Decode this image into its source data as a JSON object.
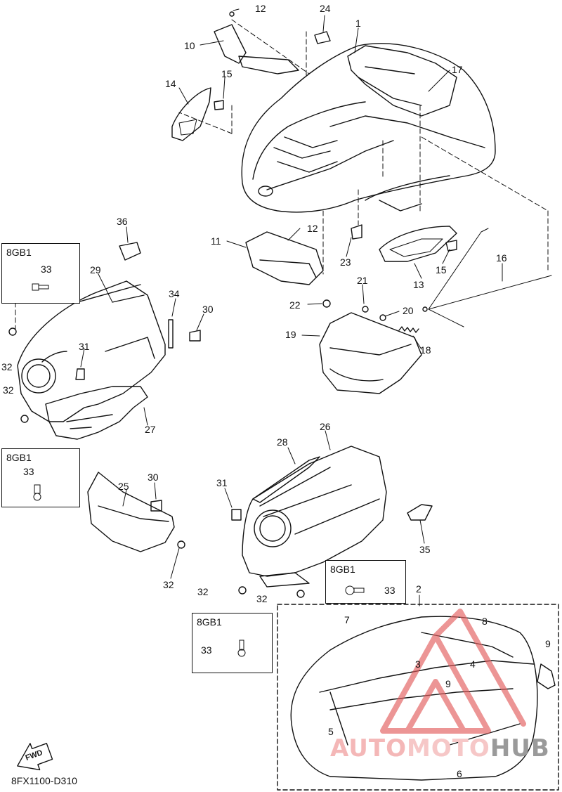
{
  "drawing_code": "8FX1100-D310",
  "fwd_label": "FWD",
  "watermark": {
    "part1": "AUTO",
    "part2": "MOTO",
    "part3": "HUB",
    "colors": {
      "red": "#e35d5d",
      "grey": "#8a8a8a"
    }
  },
  "boxes": {
    "box1": {
      "title": "8GB1",
      "num": "33"
    },
    "box2": {
      "title": "8GB1",
      "num": "33"
    },
    "box3": {
      "title": "8GB1",
      "num": "33"
    },
    "box4": {
      "title": "8GB1",
      "num": "33"
    }
  },
  "labels": {
    "l1": "1",
    "l2": "2",
    "l3": "3",
    "l4": "4",
    "l5": "5",
    "l6": "6",
    "l7": "7",
    "l8": "8",
    "l9a": "9",
    "l9b": "9",
    "l10": "10",
    "l11": "11",
    "l12a": "12",
    "l12b": "12",
    "l13": "13",
    "l14": "14",
    "l15a": "15",
    "l15b": "15",
    "l16": "16",
    "l17": "17",
    "l18": "18",
    "l19": "19",
    "l20": "20",
    "l21": "21",
    "l22": "22",
    "l23": "23",
    "l24": "24",
    "l25": "25",
    "l26": "26",
    "l27": "27",
    "l28": "28",
    "l29": "29",
    "l30a": "30",
    "l30b": "30",
    "l31a": "31",
    "l31b": "31",
    "l32a": "32",
    "l32b": "32",
    "l32c": "32",
    "l32d": "32",
    "l32e": "32",
    "l34": "34",
    "l35": "35",
    "l36": "36"
  }
}
